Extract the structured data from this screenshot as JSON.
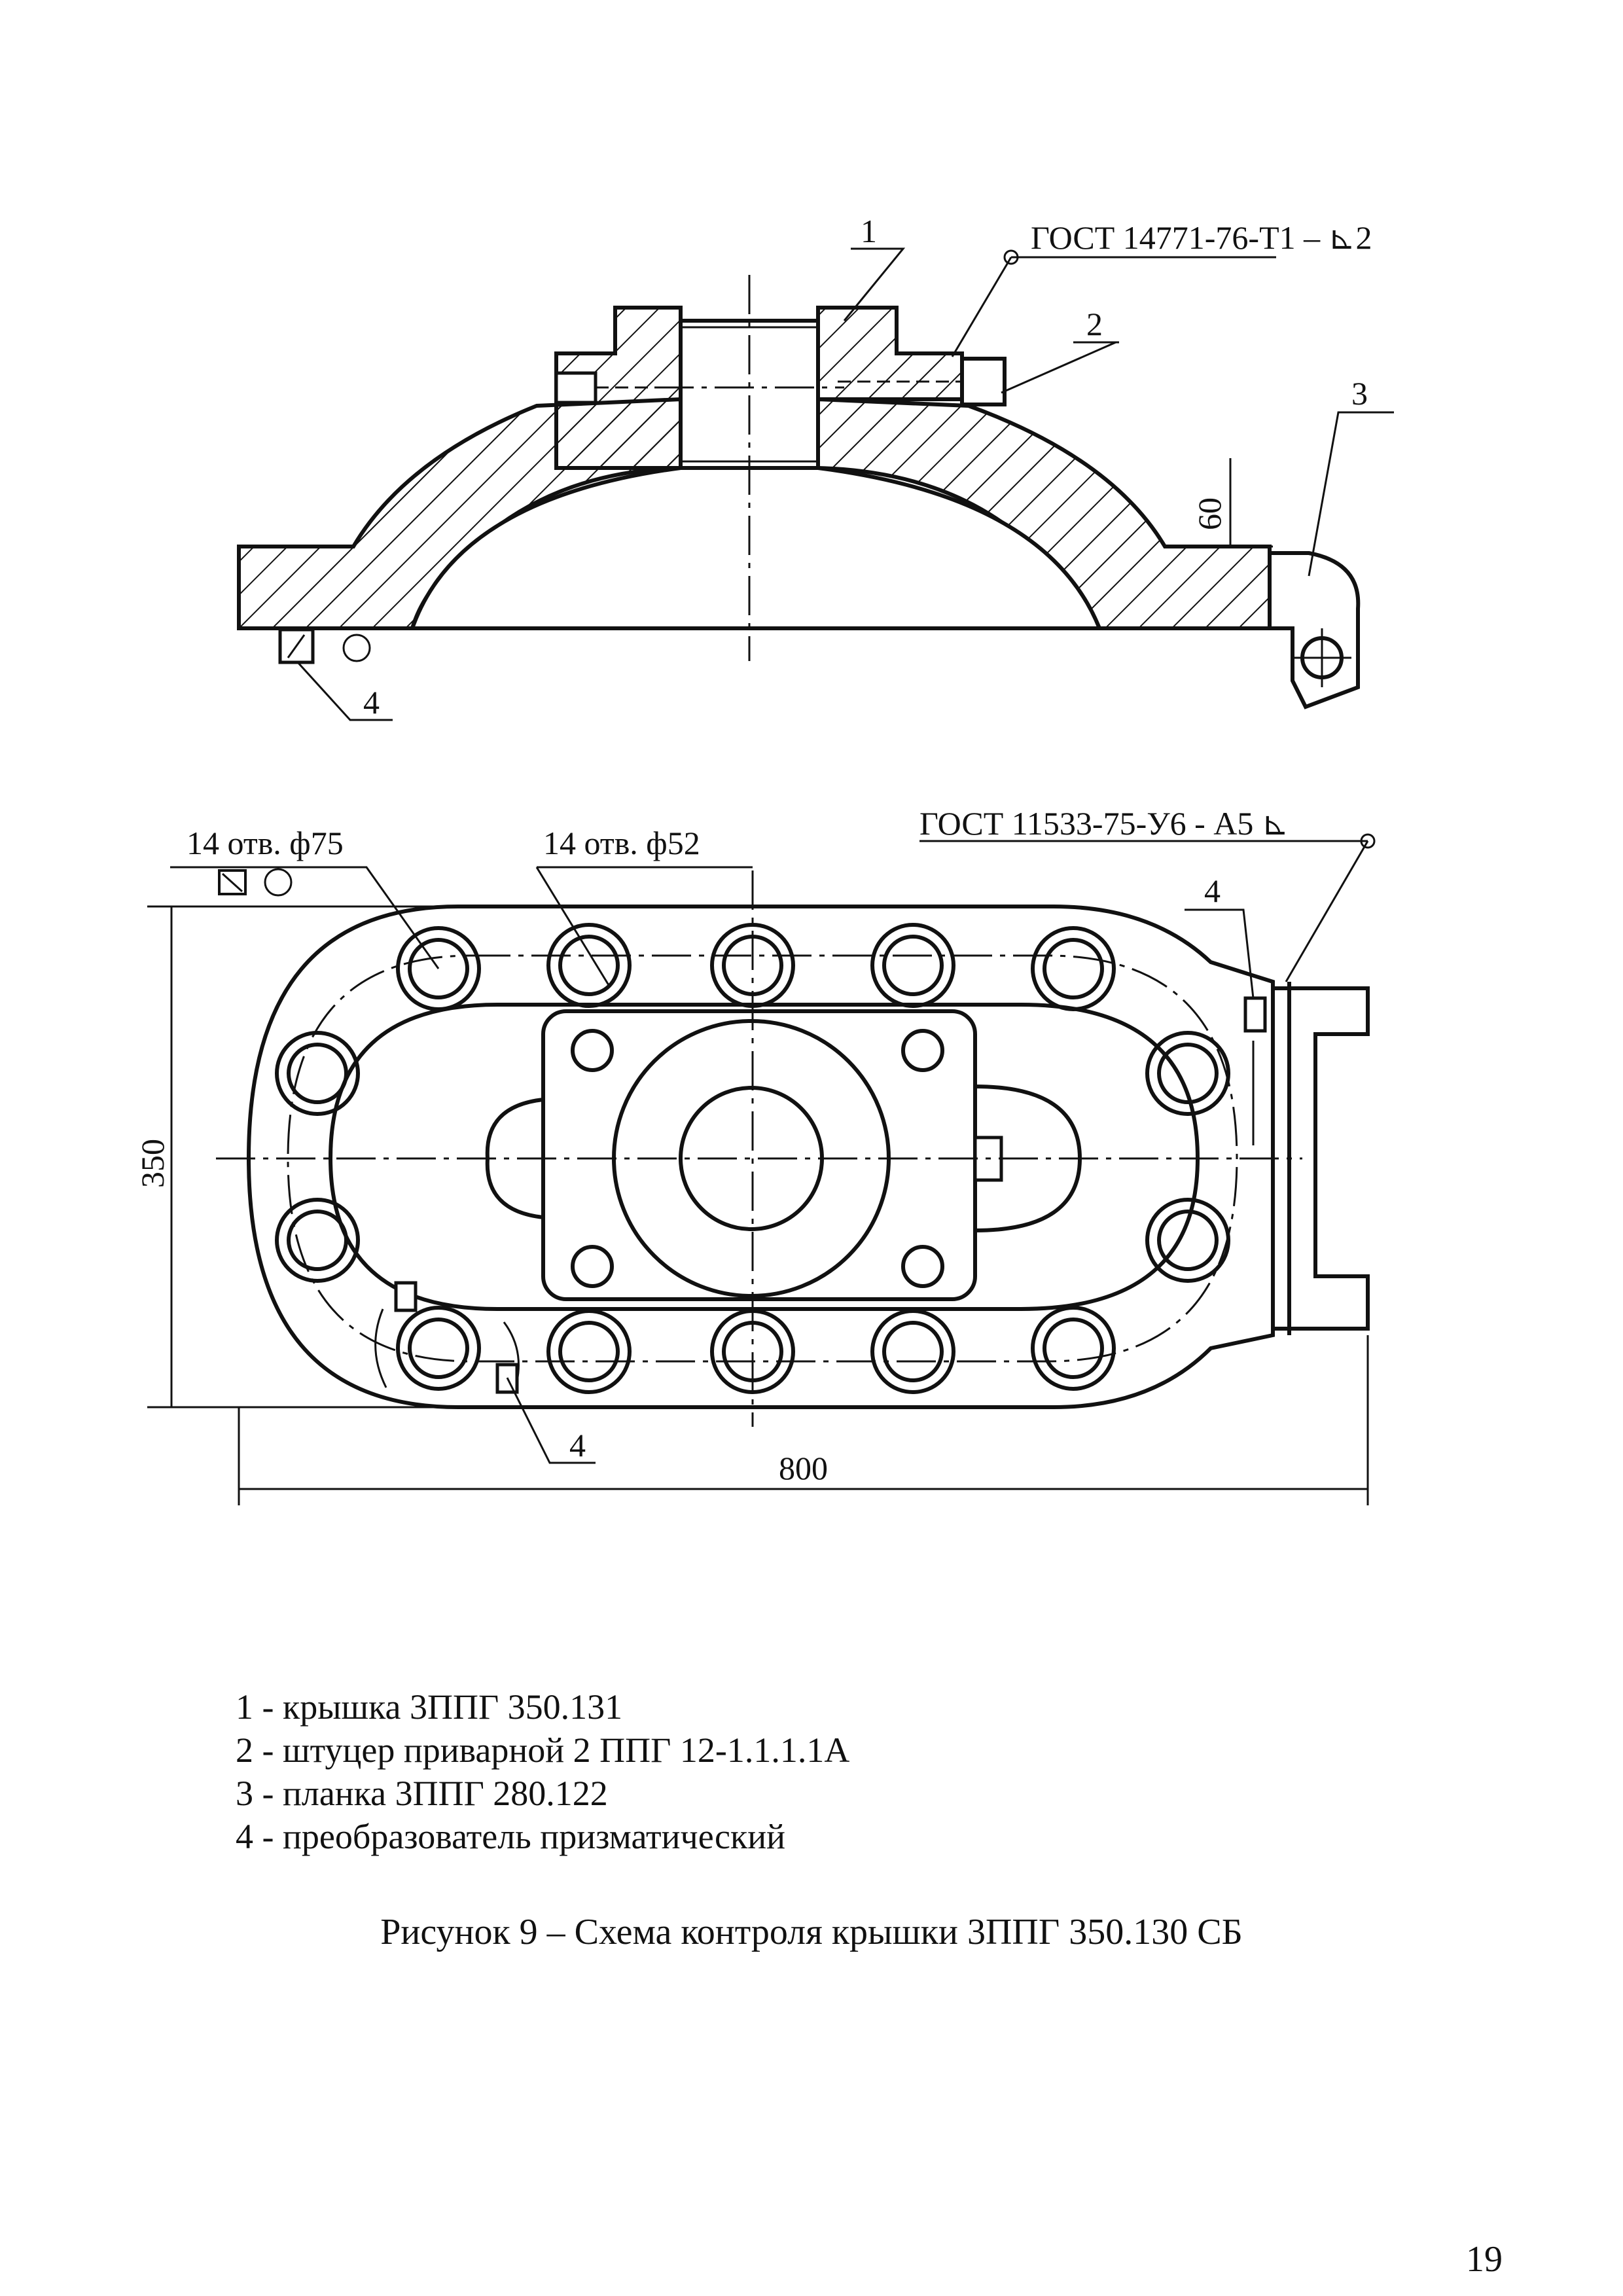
{
  "section_view": {
    "callouts": [
      "1",
      "2",
      "3",
      "4"
    ],
    "gost_label": "ГОСТ 14771-76-Т1 – ⊾2",
    "dim_60": "60"
  },
  "plan_view": {
    "holes_75": "14 отв. ф75",
    "holes_52": "14 отв. ф52",
    "gost_label": "ГОСТ 11533-75-У6 - А5 ⊾",
    "callouts": [
      "4",
      "4"
    ],
    "dim_height": "350",
    "dim_width": "800"
  },
  "legend": [
    "1 - крышка 3ППГ 350.131",
    "2 - штуцер приварной 2 ППГ 12-1.1.1.1А",
    "3 - планка 3ППГ 280.122",
    "4 - преобразователь призматический"
  ],
  "caption": "Рисунок 9 – Схема контроля крышки  3ППГ 350.130 СБ",
  "page_number": "19"
}
